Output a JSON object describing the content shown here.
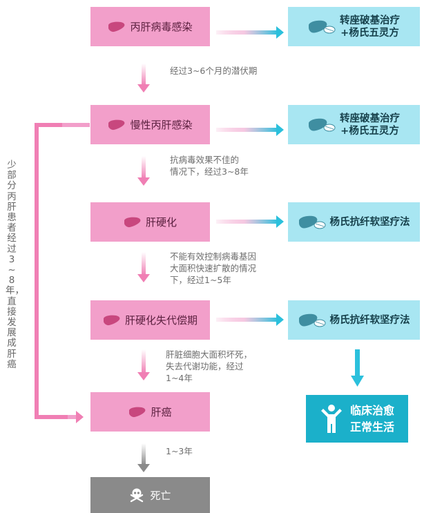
{
  "stages": [
    {
      "label": "丙肝病毒感染",
      "icon": "liver-icon"
    },
    {
      "label": "慢性丙肝感染",
      "icon": "liver-icon"
    },
    {
      "label": "肝硬化",
      "icon": "liver-icon"
    },
    {
      "label": "肝硬化失代偿期",
      "icon": "liver-icon"
    },
    {
      "label": "肝癌",
      "icon": "liver-icon"
    }
  ],
  "treatments": [
    {
      "line1": "转座破基治疗",
      "line2": "+杨氏五灵方",
      "icon": "liver-pill-icon"
    },
    {
      "line1": "转座破基治疗",
      "line2": "+杨氏五灵方",
      "icon": "liver-pill-icon"
    },
    {
      "line1": "杨氏抗纤软坚疗法",
      "line2": "",
      "icon": "liver-pill-icon"
    },
    {
      "line1": "杨氏抗纤软坚疗法",
      "line2": "",
      "icon": "liver-pill-icon"
    }
  ],
  "notes": [
    [
      "经过3~6个月的潜伏期"
    ],
    [
      "抗病毒效果不佳的",
      "情况下，经过3~8年"
    ],
    [
      "不能有效控制病毒基因",
      "大面积快速扩散的情况",
      "下，经过1~5年"
    ],
    [
      "肝脏细胞大面积坏死，",
      "失去代谢功能，经过",
      "1~4年"
    ],
    [
      "1~3年"
    ]
  ],
  "death": {
    "label": "死亡",
    "icon": "skull-crossbones-icon"
  },
  "cure": {
    "line1": "临床治愈",
    "line2": "正常生活",
    "icon": "person-icon"
  },
  "side_note": "少部分丙肝患者经过3~8年，直接发展成肝癌",
  "colors": {
    "stage_bg": "#f29fca",
    "treatment_bg": "#a8e6f2",
    "death_bg": "#8a8a8a",
    "cure_bg": "#1bb0ca",
    "liver_icon": "#c8477e",
    "pink_arrow": "#f07fb4",
    "cyan_arrow": "#2bc0dc"
  }
}
